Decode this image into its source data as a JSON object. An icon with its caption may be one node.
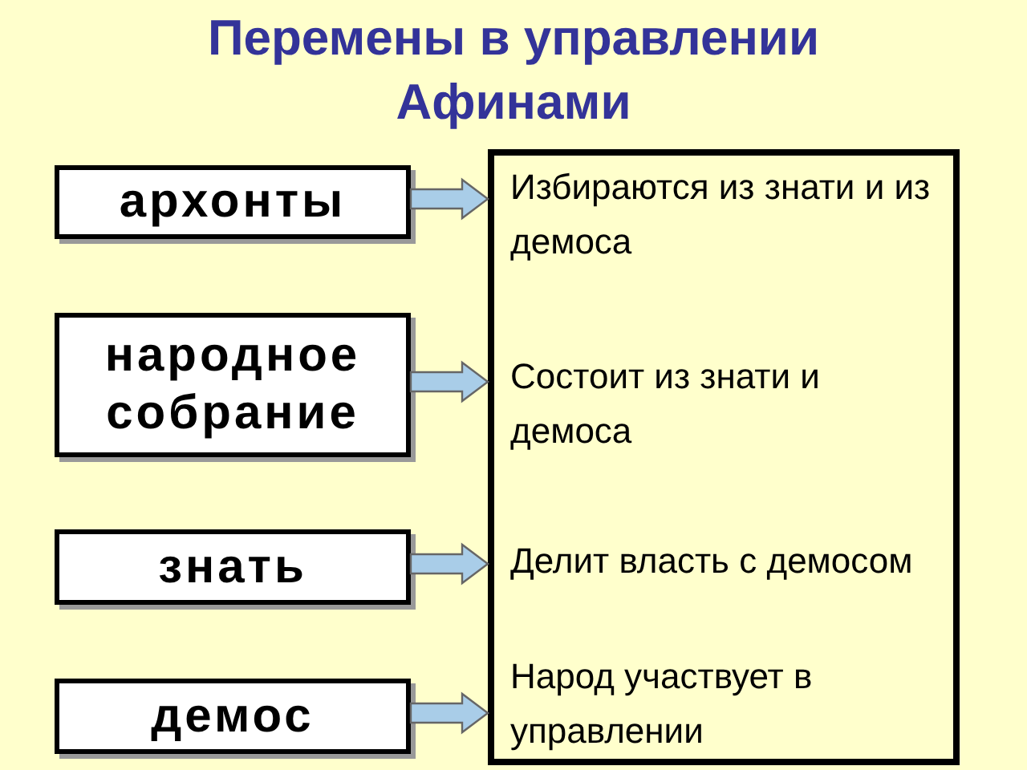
{
  "diagram": {
    "title": "Перемены в управлении Афинами",
    "nodes": [
      {
        "text": [
          "архонты"
        ]
      },
      {
        "text": [
          "народное собрание"
        ]
      },
      {
        "text": [
          "знать"
        ]
      },
      {
        "text": [
          "демос"
        ]
      },
      {
        "text": [
          "Избираются из знати и из демоса",
          "Состоит из знати и демоса",
          "Делит власть с демосом",
          "Народ участвует в управлении"
        ]
      }
    ],
    "edges": [
      {
        "from": 0,
        "to": 4,
        "arrow": "to"
      },
      {
        "from": 1,
        "to": 4,
        "arrow": "to"
      },
      {
        "from": 2,
        "to": 4,
        "arrow": "to"
      },
      {
        "from": 3,
        "to": 4,
        "arrow": "to"
      }
    ]
  }
}
